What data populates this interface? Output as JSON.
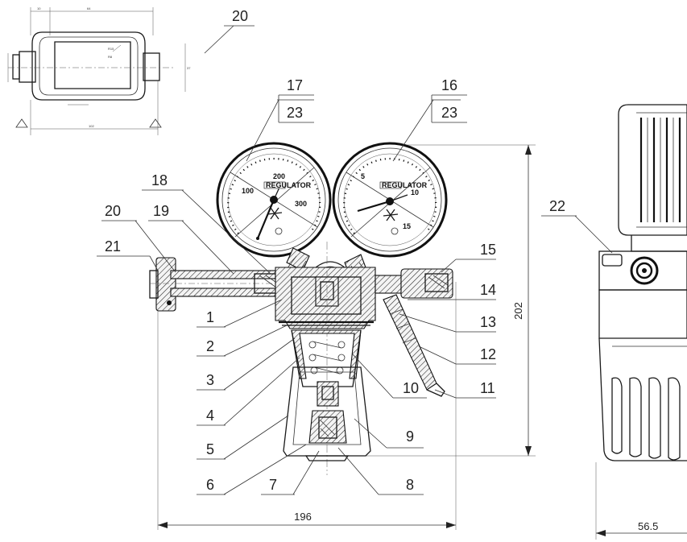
{
  "callouts": {
    "c1": "1",
    "c2": "2",
    "c3": "3",
    "c4": "4",
    "c5": "5",
    "c6": "6",
    "c7": "7",
    "c8": "8",
    "c9": "9",
    "c10": "10",
    "c11": "11",
    "c12": "12",
    "c13": "13",
    "c14": "14",
    "c15": "15",
    "c16": "16",
    "c17": "17",
    "c18": "18",
    "c19": "19",
    "c20_top": "20",
    "c20_left": "20",
    "c21": "21",
    "c22": "22",
    "c23_left": "23",
    "c23_right": "23"
  },
  "dimensions": {
    "height": "202",
    "width": "196",
    "side_width": "56.5"
  },
  "gauges": {
    "left": {
      "ticks": [
        "100",
        "200",
        "300"
      ],
      "brand": "REGULATOR"
    },
    "right": {
      "ticks": [
        "5",
        "10",
        "15"
      ],
      "brand": "REGULATOR"
    }
  }
}
